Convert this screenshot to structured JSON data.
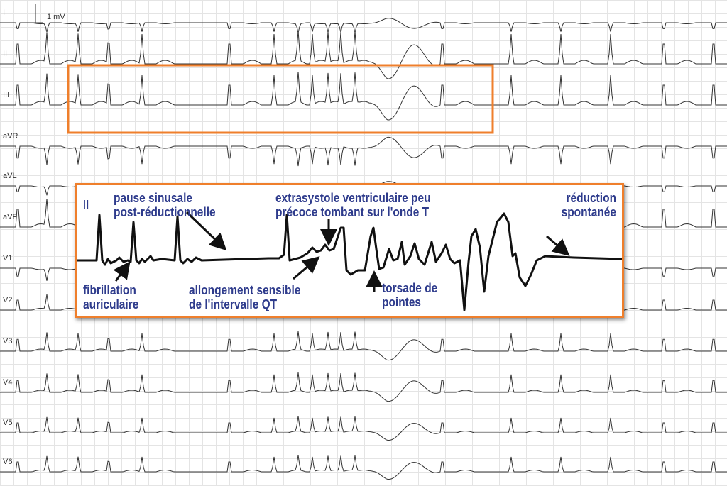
{
  "calibration_label": "1 mV",
  "leads": [
    "I",
    "II",
    "III",
    "aVR",
    "aVL",
    "aVF",
    "V1",
    "V2",
    "V3",
    "V4",
    "V5",
    "V6"
  ],
  "colors": {
    "highlight": "#ef7f2c",
    "annotation": "#2e3b8c",
    "trace": "#333333"
  },
  "inset": {
    "lead": "II",
    "annotations": {
      "pause_1": "pause sinusale",
      "pause_2": "post-réductionnelle",
      "fa_1": "fibrillation",
      "fa_2": "auriculaire",
      "qt_1": "allongement sensible",
      "qt_2": "de l'intervalle QT",
      "esv_1": "extrasystole ventriculaire peu",
      "esv_2": "précoce tombant sur l'onde T",
      "tdp_1": "torsade de",
      "tdp_2": "pointes",
      "red_1": "réduction",
      "red_2": "spontanée"
    }
  }
}
